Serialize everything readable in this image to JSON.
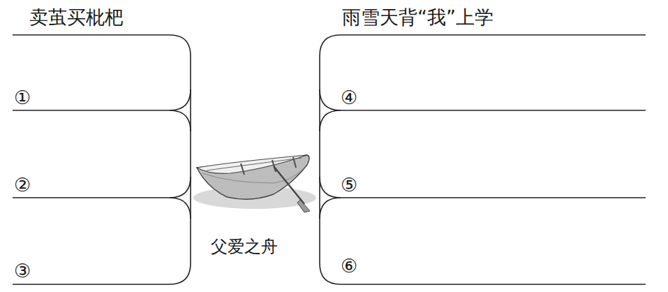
{
  "diagram": {
    "labels": [
      "卖茧买枇杷",
      "雨雪天背“我”上学",
      "①",
      "②",
      "③",
      "④",
      "⑤",
      "⑥",
      "父爱之舟"
    ]
  }
}
